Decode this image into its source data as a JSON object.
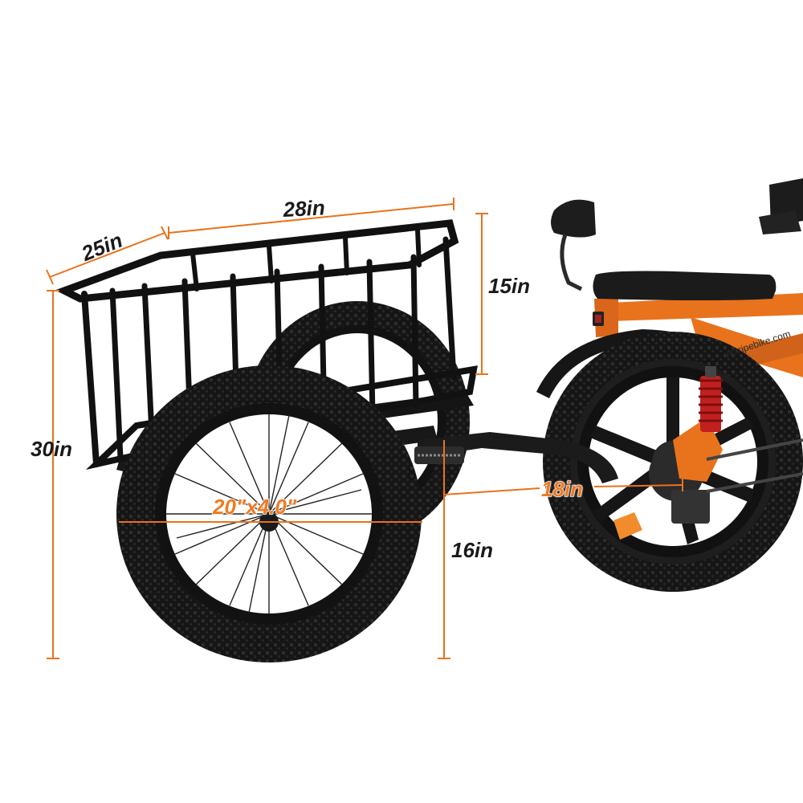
{
  "product_image": {
    "subject": "cargo-trailer-attached-to-ebike",
    "colors": {
      "frame_orange": "#e8731c",
      "dimension_line": "#e8731c",
      "tire_black": "#111111",
      "background": "#ffffff"
    },
    "frame_watermark": "victripebike.com",
    "dimensions": {
      "basket_width": "25in",
      "basket_length": "28in",
      "basket_height": "15in",
      "overall_height": "30in",
      "hitch_height": "16in",
      "hitch_length": "18in",
      "wheel_size": "20\"x4.0\""
    }
  }
}
